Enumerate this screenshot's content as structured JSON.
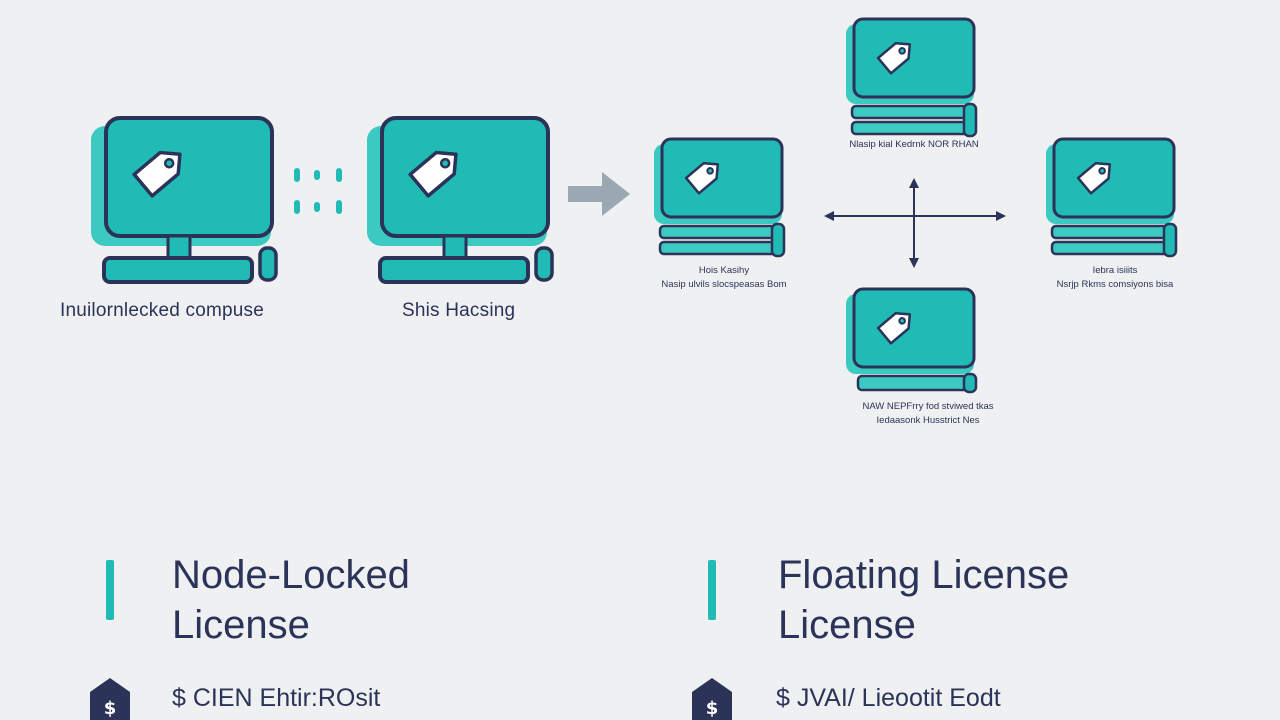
{
  "colors": {
    "navy": "#2b3358",
    "teal": "#21bbb5",
    "teal_light": "#3cc9c2",
    "background": "#eff0f2",
    "arrow_gray": "#9aa8b4"
  },
  "icons": {
    "computer": "computer-tag-icon",
    "arrow": "right-arrow-icon",
    "price": "price-tag-icon",
    "cross": "cross-arrows-icon"
  },
  "node_locked_diagram": {
    "left_label": "Inuilornlecked compuse",
    "right_label": "Shis Hacsing"
  },
  "floating_diagram": {
    "left_caption": [
      "Hois Kasihy",
      "Nasip ulvils slocspeasas Bom"
    ],
    "top_caption": [
      "Nlasip kial Kedrnk NOR RHAN"
    ],
    "right_caption": [
      "Iebra isiiits",
      "Nsrjp Rkms comsiyons bisa"
    ],
    "bottom_caption": [
      "NAW NEPFrry fod stviwed tkas",
      "Iedaasonk Husstrict Nes"
    ]
  },
  "sections": [
    {
      "title_line1": "Node-Locked",
      "title_line2": "License",
      "price_text": "$ CIEN Ehtir:ROsit"
    },
    {
      "title_line1": "Floating License",
      "title_line2": "License",
      "price_text": "$ JVAI/ Lieootit Eodt"
    }
  ]
}
